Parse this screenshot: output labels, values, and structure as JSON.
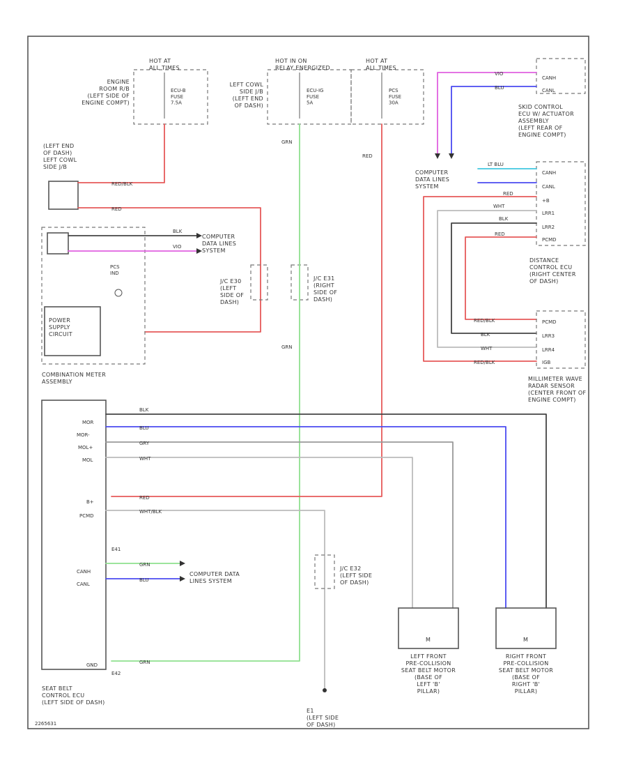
{
  "labels": {
    "hot_at_all_times_1": "HOT AT\nALL TIMES",
    "engine_room_rb": "ENGINE\nROOM R/B\n(LEFT SIDE OF\nENGINE COMPT)",
    "fuse_ecu_b_1": "ECU-B\nFUSE\n7.5A",
    "hot_in_on": "HOT IN ON\nRELAY ENERGIZED",
    "left_cowl_side_jb": "LEFT COWL\nSIDE J/B\n(LEFT END\nOF DASH)",
    "fuse_ecu_ig": "ECU-IG\nFUSE\n5A",
    "hot_at_all_times_2": "HOT AT\nALL TIMES",
    "fuse_pcs": "PCS\nFUSE\n30A",
    "left_end_dash": "(LEFT END\nOF DASH)\nLEFT COWL\nSIDE J/B",
    "computer_data_lines_1": "COMPUTER\nDATA LINES\nSYSTEM",
    "j_c_e30": "J/C E30\n(LEFT\nSIDE OF\nDASH)",
    "j_c_e31": "J/C E31\n(RIGHT\nSIDE OF\nDASH)",
    "pcs_ind": "PCS\nIND",
    "power_supply": "POWER\nSUPPLY\nCIRCUIT",
    "combination_meter": "COMBINATION METER\nASSEMBLY",
    "skid_control": "SKID CONTROL\nECU W/ ACTUATOR\nASSEMBLY\n(LEFT REAR OF\nENGINE COMPT)",
    "computer_data_lines_2": "COMPUTER\nDATA LINES\nSYSTEM",
    "distance_control": "DISTANCE\nCONTROL ECU\n(RIGHT CENTER\nOF DASH)",
    "millimeter_wave": "MILLIMETER WAVE\nRADAR SENSOR\n(CENTER FRONT OF\nENGINE COMPT)",
    "seat_belt_ecu": "SEAT BELT\nCONTROL ECU\n(LEFT SIDE OF DASH)",
    "computer_data_lines_3": "COMPUTER DATA\nLINES SYSTEM",
    "j_c_e32": "J/C E32\n(LEFT SIDE\nOF DASH)",
    "ground_e1": "E1\n(LEFT SIDE\nOF DASH)",
    "left_motor": "LEFT FRONT\nPRE-COLLISION\nSEAT BELT MOTOR\n(BASE OF\nLEFT 'B'\nPILLAR)",
    "right_motor": "RIGHT FRONT\nPRE-COLLISION\nSEAT BELT MOTOR\n(BASE OF\nRIGHT 'B'\nPILLAR)",
    "motor_symbol": "M",
    "footer_code": "2265631"
  },
  "wire_labels": {
    "red_blk": "RED/BLK",
    "red": "RED",
    "grn": "GRN",
    "blu": "BLU",
    "blk": "BLK",
    "vio": "VIO",
    "wht": "WHT",
    "gry": "GRY",
    "lt_blu": "LT BLU",
    "wht_blk": "WHT/BLK"
  },
  "ecu_pins": {
    "mor": "MOR",
    "mor_minus": "MOR-",
    "mol_plus": "MOL+",
    "mol": "MOL",
    "b_plus": "B+",
    "pcmd": "PCMD",
    "e41": "E41",
    "canh": "CANH",
    "canl": "CANL",
    "e42": "E42",
    "gnd": "GND"
  },
  "right_pins": {
    "canh": "CANH",
    "canl": "CANL",
    "ig": "+B",
    "lrr1": "LRR1",
    "lrr2": "LRR2",
    "pcmd": "PCMD",
    "pcmd2": "PCMD",
    "lrr3": "LRR3",
    "lrr4": "LRR4",
    "ig2": "IGB"
  },
  "colors": {
    "red": "#e65a5a",
    "green": "#8fe08f",
    "blue": "#4a4af0",
    "violet": "#e060e0",
    "black": "#444444",
    "white_wire": "#bbbbbb",
    "gray": "#999999",
    "lt_blue": "#40c8e0"
  }
}
